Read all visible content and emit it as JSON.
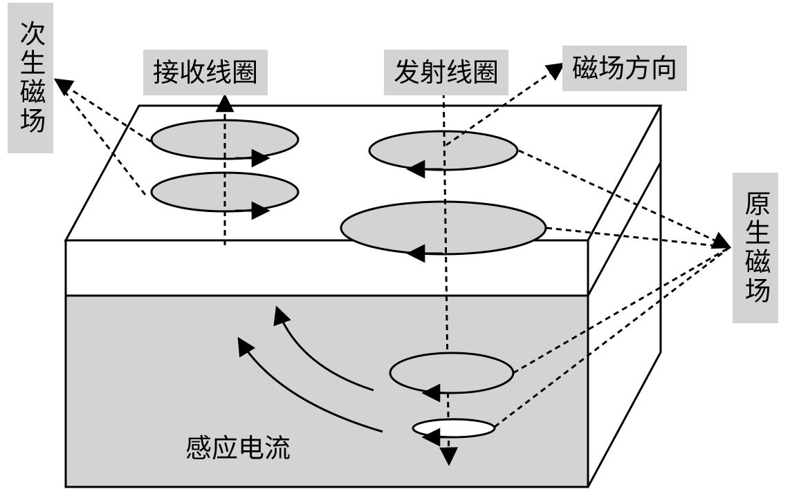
{
  "labels": {
    "receive_coil": "接收线圈",
    "transmit_coil": "发射线圈",
    "field_direction": "磁场方向",
    "secondary_field": "次生磁场",
    "primary_field": "原生磁场",
    "induced_current": "感应电流"
  },
  "colors": {
    "label_bg": "#d3d3d3",
    "earth_fill": "#d3d3d3",
    "coil_fill": "#d3d3d3",
    "stroke": "#000000"
  }
}
